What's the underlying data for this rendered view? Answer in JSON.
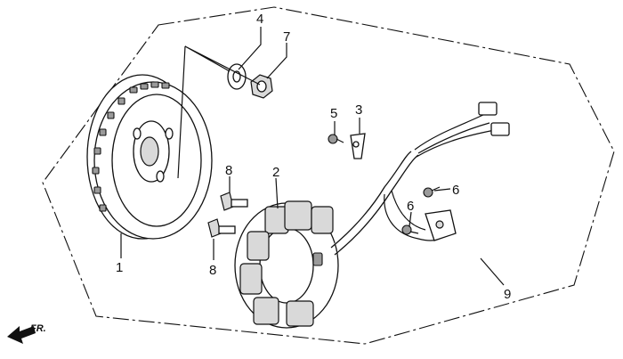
{
  "labels": {
    "flywheel": "1",
    "stator": "2",
    "bracket": "3",
    "washer": "4",
    "screw_small": "5",
    "bolt_6_upper": "6",
    "bolt_6_lower": "6",
    "nut": "7",
    "bolt_8_upper": "8",
    "bolt_8_lower": "8",
    "wiring_harness": "9"
  },
  "direction_marker": "FR."
}
